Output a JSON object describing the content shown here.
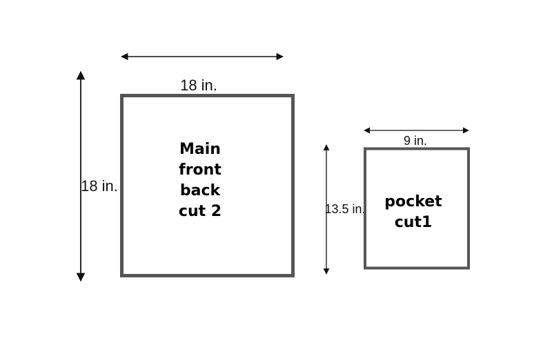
{
  "pieces": {
    "main": {
      "width_label": "18 in.",
      "height_label": "18 in.",
      "lines": [
        "Main",
        "front",
        "back",
        "cut 2"
      ]
    },
    "pocket": {
      "width_label": "9 in.",
      "height_label": "13.5 in.",
      "lines": [
        "pocket",
        "cut1"
      ]
    }
  },
  "colors": {
    "outline": "#555555",
    "arrow": "#111111",
    "text": "#000000"
  }
}
